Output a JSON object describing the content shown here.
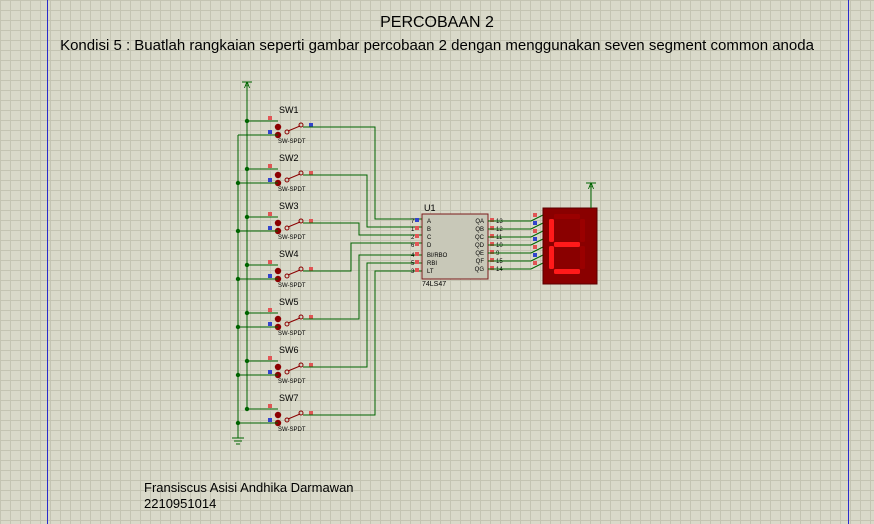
{
  "header": {
    "title": "PERCOBAAN 2",
    "subtitle": "Kondisi 5 : Buatlah rangkaian seperti gambar percobaan 2 dengan menggunakan seven segment common anoda"
  },
  "switches": [
    {
      "label": "SW1",
      "type": "SW-SPDT"
    },
    {
      "label": "SW2",
      "type": "SW-SPDT"
    },
    {
      "label": "SW3",
      "type": "SW-SPDT"
    },
    {
      "label": "SW4",
      "type": "SW-SPDT"
    },
    {
      "label": "SW5",
      "type": "SW-SPDT"
    },
    {
      "label": "SW6",
      "type": "SW-SPDT"
    },
    {
      "label": "SW7",
      "type": "SW-SPDT"
    }
  ],
  "decoder": {
    "ref": "U1",
    "part": "74LS47",
    "inputs": [
      {
        "pin": "7",
        "name": "A"
      },
      {
        "pin": "1",
        "name": "B"
      },
      {
        "pin": "2",
        "name": "C"
      },
      {
        "pin": "6",
        "name": "D"
      },
      {
        "pin": "4",
        "name": "BI/RBO"
      },
      {
        "pin": "5",
        "name": "RBI"
      },
      {
        "pin": "3",
        "name": "LT"
      }
    ],
    "outputs": [
      {
        "pin": "13",
        "name": "QA"
      },
      {
        "pin": "12",
        "name": "QB"
      },
      {
        "pin": "11",
        "name": "QC"
      },
      {
        "pin": "10",
        "name": "QD"
      },
      {
        "pin": "9",
        "name": "QE"
      },
      {
        "pin": "15",
        "name": "QF"
      },
      {
        "pin": "14",
        "name": "QG"
      }
    ]
  },
  "display": {
    "type": "seven segment common anoda",
    "lit_segments": [
      "d",
      "e",
      "f",
      "g"
    ],
    "lit_color": "#ff1a1a",
    "unlit_color": "#9a0000",
    "body_color": "#8a0000"
  },
  "colors": {
    "wire": "#006400",
    "component": "#8b0000",
    "pin_red": "#e05555",
    "pin_blue": "#3344cc",
    "frame": "#2a2acc"
  },
  "author": {
    "name": "Fransiscus Asisi Andhika Darmawan",
    "id": "2210951014"
  }
}
